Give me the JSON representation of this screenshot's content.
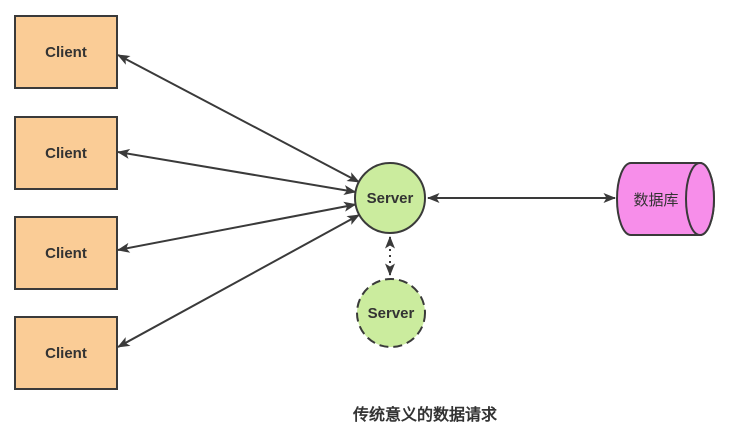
{
  "diagram": {
    "caption": "传统意义的数据请求",
    "clients": [
      {
        "label": "Client"
      },
      {
        "label": "Client"
      },
      {
        "label": "Client"
      },
      {
        "label": "Client"
      }
    ],
    "server_main": {
      "label": "Server"
    },
    "server_standby": {
      "label": "Server"
    },
    "database": {
      "label": "数据库"
    }
  },
  "colors": {
    "client_fill": "#FACC96",
    "server_fill": "#CBEC9E",
    "database_fill": "#F78EEA",
    "stroke": "#3A3A3A",
    "text": "#333333",
    "bg": "#FFFFFF"
  }
}
